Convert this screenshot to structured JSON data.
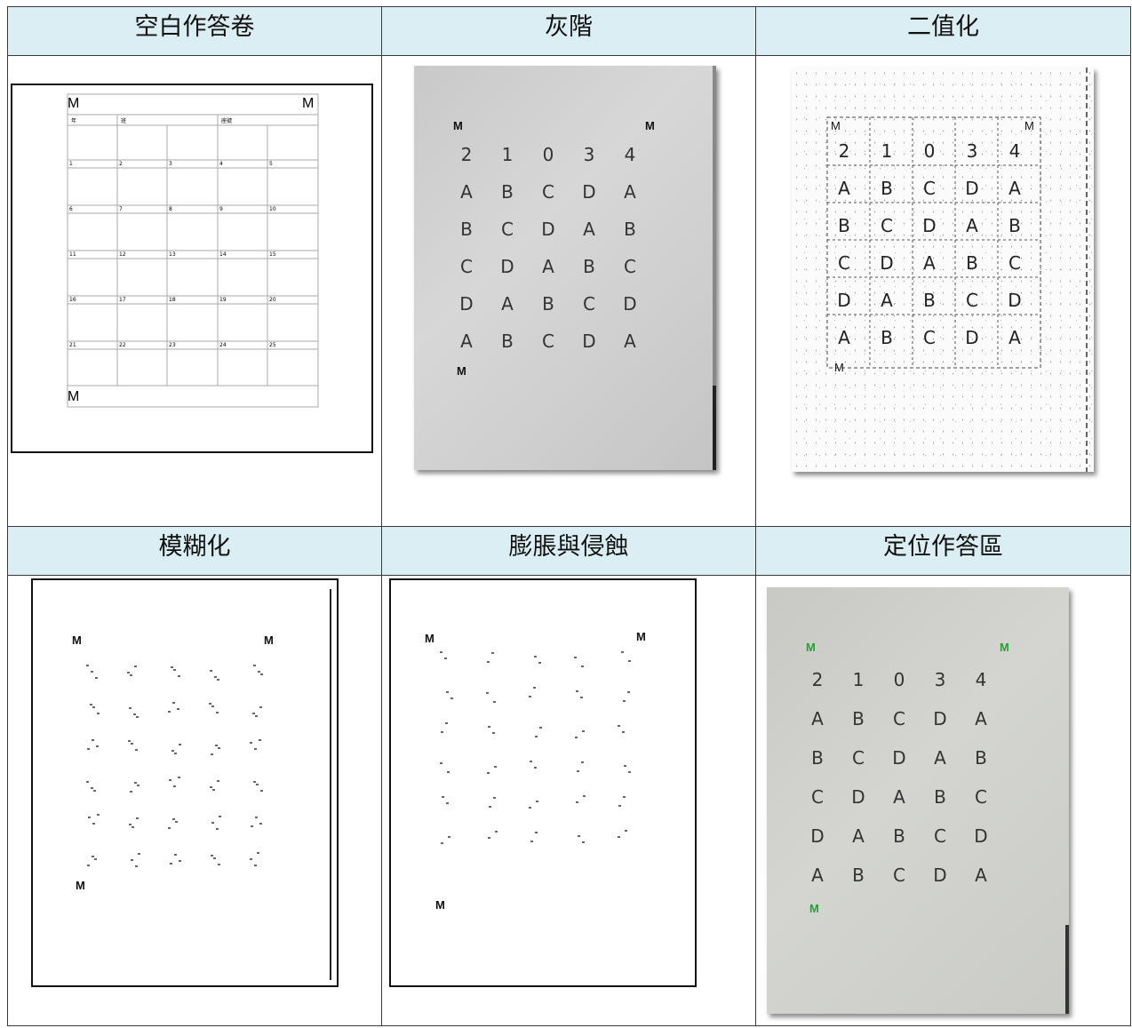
{
  "headers": {
    "blank": "空白作答卷",
    "grayscale": "灰階",
    "binarize": "二值化",
    "blur": "模糊化",
    "dilate_erode": "膨脹與侵蝕",
    "locate": "定位作答區"
  },
  "marker_label": "M",
  "blank_sheet": {
    "header_cells": [
      "年",
      "班",
      "座號"
    ],
    "numbers": [
      "1",
      "2",
      "3",
      "4",
      "5",
      "6",
      "7",
      "8",
      "9",
      "10",
      "11",
      "12",
      "13",
      "14",
      "15",
      "16",
      "17",
      "18",
      "19",
      "20",
      "21",
      "22",
      "23",
      "24",
      "25"
    ]
  },
  "answers": {
    "row0": [
      "2",
      "1",
      "0",
      "3",
      "4"
    ],
    "row1": [
      "A",
      "B",
      "C",
      "D",
      "A"
    ],
    "row2": [
      "B",
      "C",
      "D",
      "A",
      "B"
    ],
    "row3": [
      "C",
      "D",
      "A",
      "B",
      "C"
    ],
    "row4": [
      "D",
      "A",
      "B",
      "C",
      "D"
    ],
    "row5": [
      "A",
      "B",
      "C",
      "D",
      "A"
    ]
  },
  "colors": {
    "header_bg": "#dbeef3",
    "border": "#3a3a3a",
    "marker_highlight": "#2e9b3a"
  }
}
